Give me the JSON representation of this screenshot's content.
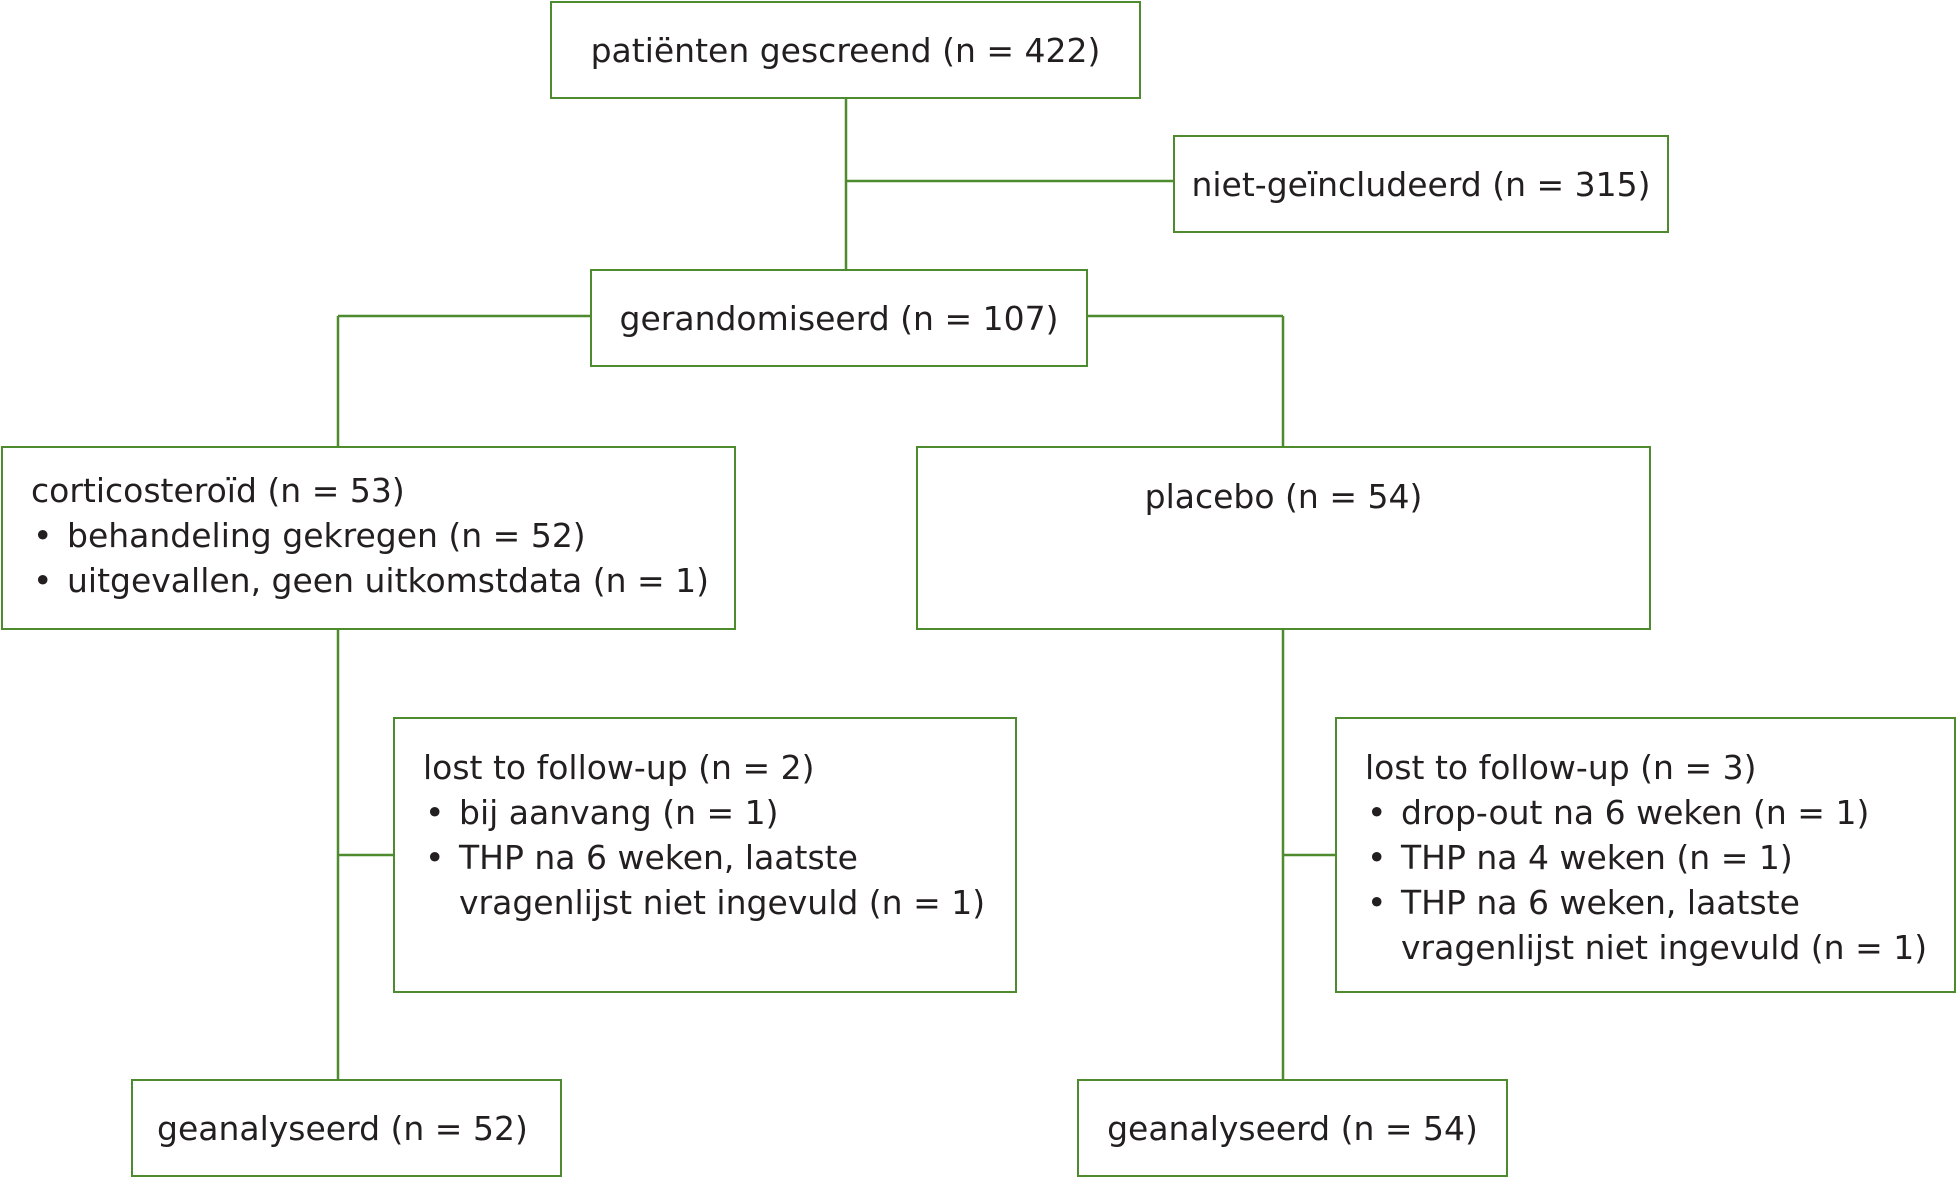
{
  "flowchart": {
    "screened": {
      "label": "patiënten gescreend (n = 422)"
    },
    "excluded": {
      "label": "niet-geïncludeerd (n = 315)"
    },
    "randomized": {
      "label": "gerandomiseerd (n = 107)"
    },
    "corticosteroid": {
      "label": "corticosteroïd (n = 53)",
      "items": [
        "behandeling gekregen (n = 52)",
        "uitgevallen, geen uitkomstdata (n = 1)"
      ]
    },
    "placebo": {
      "label": "placebo (n = 54)"
    },
    "lost_corticosteroid": {
      "label": "lost to follow-up (n = 2)",
      "items": [
        {
          "line1": "bij aanvang (n = 1)",
          "line2": ""
        },
        {
          "line1": "THP na 6 weken, laatste",
          "line2": "vragenlijst niet ingevuld (n = 1)"
        }
      ]
    },
    "lost_placebo": {
      "label": "lost to follow-up (n = 3)",
      "items": [
        {
          "line1": "drop-out na 6 weken (n = 1)",
          "line2": ""
        },
        {
          "line1": "THP na 4 weken (n = 1)",
          "line2": ""
        },
        {
          "line1": "THP na 6 weken, laatste",
          "line2": "vragenlijst niet ingevuld (n = 1)"
        }
      ]
    },
    "analyzed_corticosteroid": {
      "label": "geanalyseerd (n = 52)"
    },
    "analyzed_placebo": {
      "label": "geanalyseerd (n = 54)"
    }
  },
  "colors": {
    "border": "#4e8a2e",
    "text": "#231f20"
  }
}
